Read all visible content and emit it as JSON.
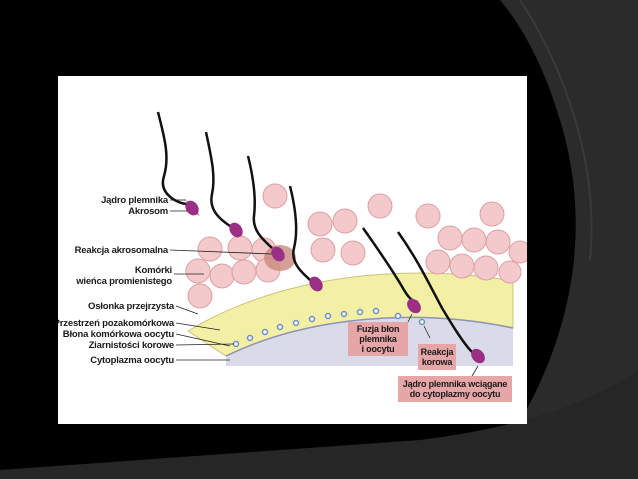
{
  "colors": {
    "background": "#000000",
    "panel": "#ffffff",
    "zona": "#f3f0a6",
    "cytoplasm": "#d9dbe9",
    "corona_cell": "#f3c9cb",
    "sperm_head": "#9b2f86",
    "label_box": "#e6a5a7",
    "granule": "#6d8fc8"
  },
  "labels": {
    "jadro_plemnika": "Jądro plemnika",
    "akrosom": "Akrosom",
    "reakcja_akrosomalna": "Reakcja akrosomalna",
    "komorki_line1": "Komórki",
    "komorki_line2": "wieńca promienistego",
    "oslonka": "Osłonka przejrzysta",
    "przestrzen": "Przestrzeń pozakomórkowa",
    "blona": "Błona komórkowa oocytu",
    "ziarnistosci": "Ziarnistości korowe",
    "cytoplazma": "Cytoplazma oocytu",
    "fuzja_line1": "Fuzja błon",
    "fuzja_line2": "plemnika",
    "fuzja_line3": "i oocytu",
    "reakcja_korowa_line1": "Reakcja",
    "reakcja_korowa_line2": "korowa",
    "jadro_wciagane_line1": "Jądro plemnika wciągane",
    "jadro_wciagane_line2": "do cytoplazmy oocytu"
  }
}
